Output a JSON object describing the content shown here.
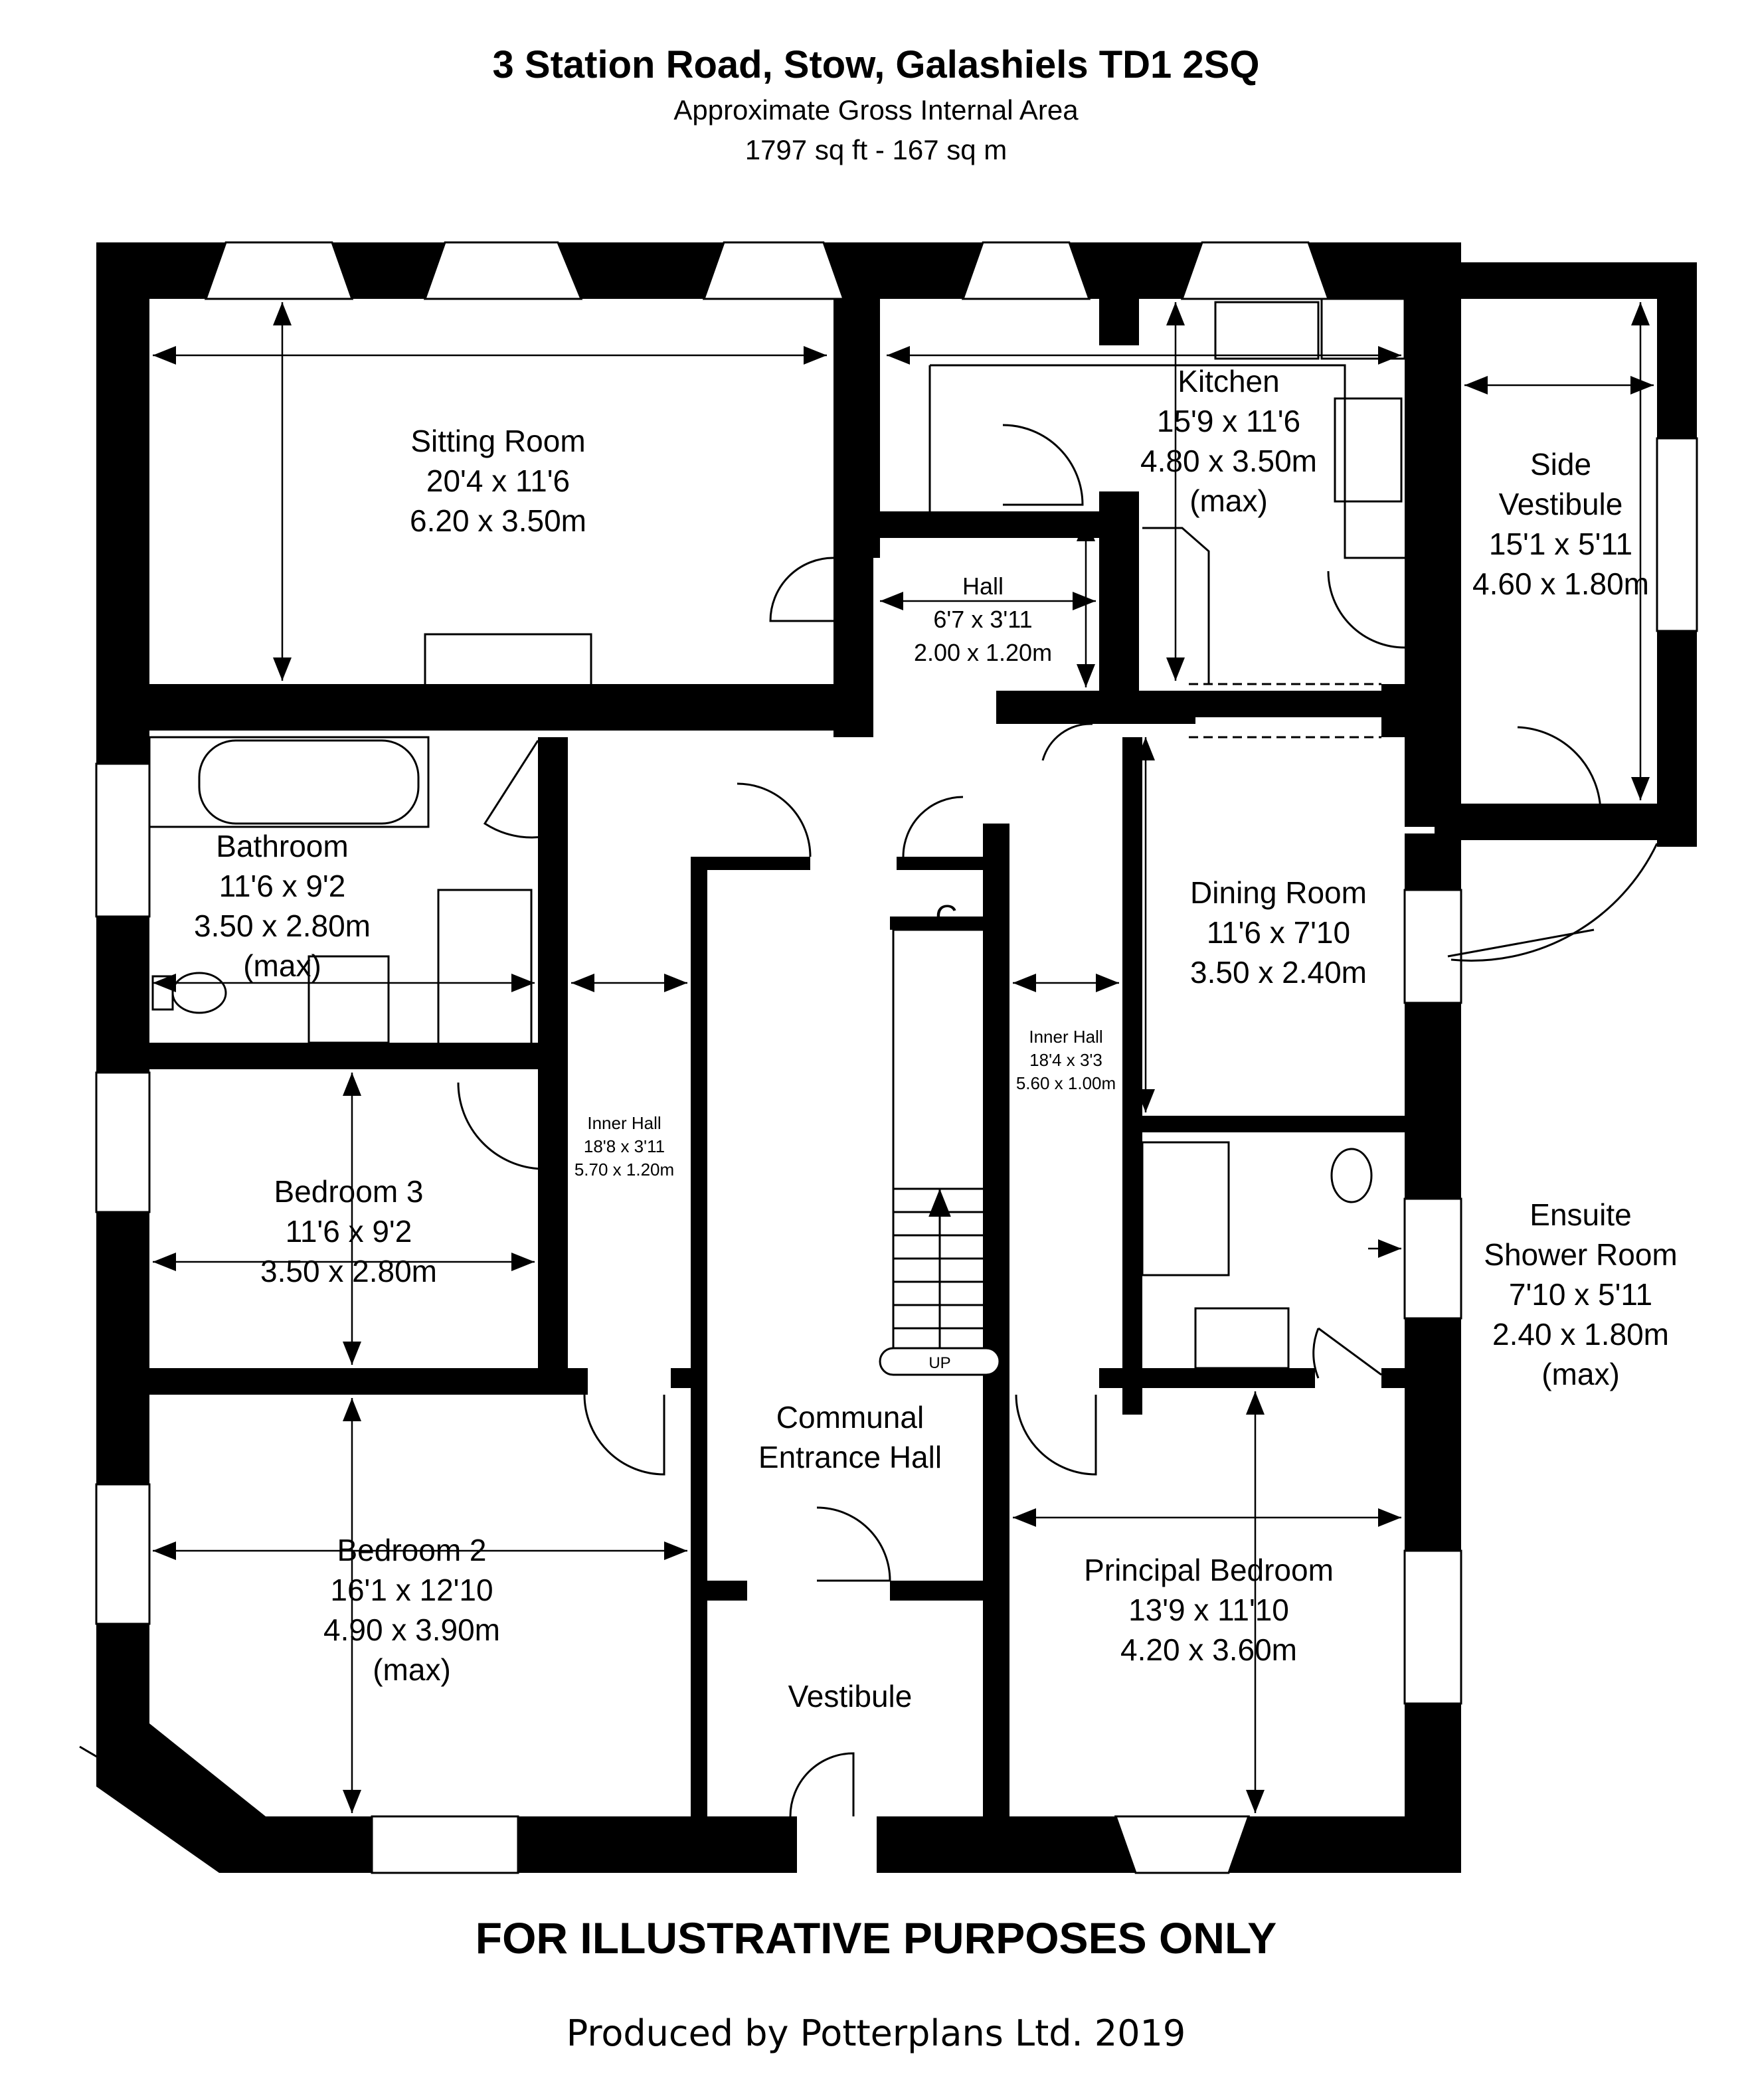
{
  "header": {
    "title": "3 Station Road, Stow, Galashiels TD1 2SQ",
    "subtitle": "Approximate Gross Internal Area",
    "area": "1797 sq ft - 167 sq m"
  },
  "rooms": {
    "sitting_room": {
      "name": "Sitting Room",
      "imperial": "20'4 x 11'6",
      "metric": "6.20 x 3.50m"
    },
    "kitchen": {
      "name": "Kitchen",
      "imperial": "15'9 x 11'6",
      "metric": "4.80 x 3.50m",
      "note": "(max)"
    },
    "side_vestibule": {
      "name_line1": "Side",
      "name_line2": "Vestibule",
      "imperial": "15'1 x 5'11",
      "metric": "4.60 x 1.80m"
    },
    "hall": {
      "name": "Hall",
      "imperial": "6'7 x 3'11",
      "metric": "2.00 x 1.20m"
    },
    "bathroom": {
      "name": "Bathroom",
      "imperial": "11'6 x 9'2",
      "metric": "3.50 x 2.80m",
      "note": "(max)"
    },
    "dining_room": {
      "name": "Dining Room",
      "imperial": "11'6 x 7'10",
      "metric": "3.50 x 2.40m"
    },
    "inner_hall_right": {
      "name": "Inner Hall",
      "imperial": "18'4 x 3'3",
      "metric": "5.60 x 1.00m"
    },
    "inner_hall_left": {
      "name": "Inner Hall",
      "imperial": "18'8 x 3'11",
      "metric": "5.70 x 1.20m"
    },
    "bedroom_3": {
      "name": "Bedroom 3",
      "imperial": "11'6 x 9'2",
      "metric": "3.50 x 2.80m"
    },
    "ensuite": {
      "name_line1": "Ensuite",
      "name_line2": "Shower Room",
      "imperial": "7'10 x 5'11",
      "metric": "2.40 x 1.80m",
      "note": "(max)"
    },
    "communal_hall": {
      "name_line1": "Communal",
      "name_line2": "Entrance Hall"
    },
    "bedroom_2": {
      "name": "Bedroom 2",
      "imperial": "16'1 x 12'10",
      "metric": "4.90 x 3.90m",
      "note": "(max)"
    },
    "principal_bedroom": {
      "name": "Principal Bedroom",
      "imperial": "13'9 x 11'10",
      "metric": "4.20 x 3.60m"
    },
    "vestibule": {
      "name": "Vestibule"
    }
  },
  "cupboards": {
    "small": "C",
    "large": "C"
  },
  "stairs_label": "UP",
  "footer": {
    "note": "FOR ILLUSTRATIVE PURPOSES ONLY",
    "credit": "Produced by Potterplans Ltd. 2019"
  },
  "colors": {
    "wall": "#000000",
    "background": "#ffffff"
  }
}
